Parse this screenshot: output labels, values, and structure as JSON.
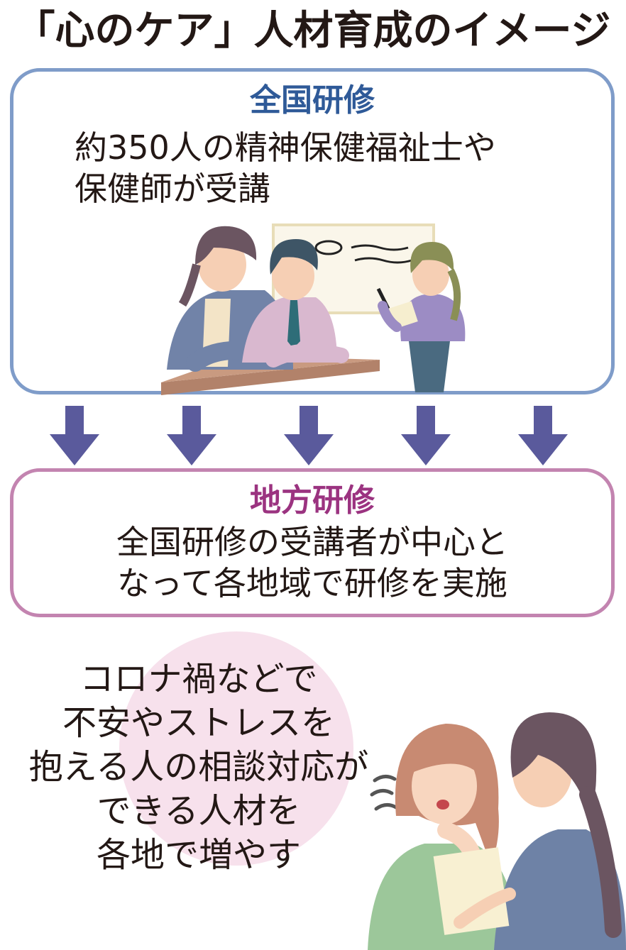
{
  "title": "「心のケア」人材育成のイメージ",
  "national": {
    "heading": "全国研修",
    "lines": [
      "約350人の精神保健福祉士や",
      "保健師が受講"
    ]
  },
  "regional": {
    "heading": "地方研修",
    "lines": [
      "全国研修の受講者が中心と",
      "なって各地域で研修を実施"
    ]
  },
  "goal": {
    "lines": [
      "コロナ禍などで",
      "不安やストレスを",
      "抱える人の相談対応が",
      "できる人材を",
      "各地で増やす"
    ]
  },
  "colors": {
    "national_border": "#7f9cc9",
    "national_heading": "#2f5a98",
    "regional_border": "#c384b0",
    "regional_heading": "#9b3380",
    "arrow": "#5a5a9c",
    "bubble": "#f7e1ec"
  }
}
